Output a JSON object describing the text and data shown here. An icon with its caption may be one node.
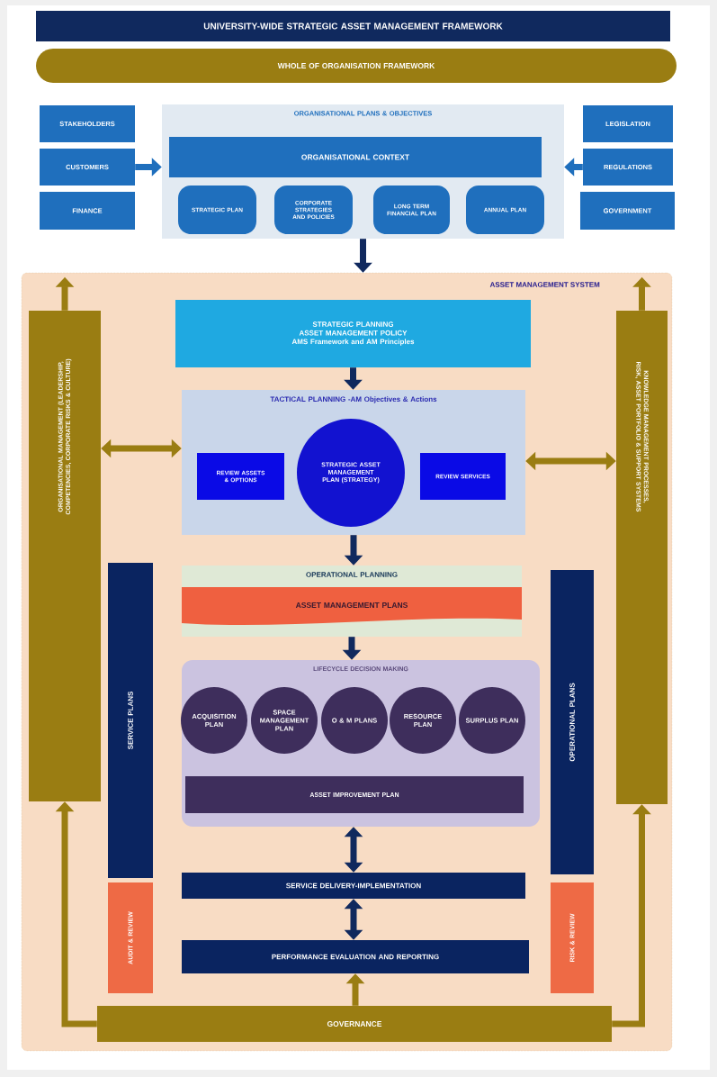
{
  "diagram": {
    "nodes": [
      {
        "text": [
          "UNIVERSITY-WIDE STRATEGIC ASSET MANAGEMENT FRAMEWORK"
        ]
      },
      {
        "text": [
          "WHOLE OF ORGANISATION FRAMEWORK"
        ]
      },
      {
        "text": [
          "STAKEHOLDERS"
        ]
      },
      {
        "text": [
          "CUSTOMERS"
        ]
      },
      {
        "text": [
          "FINANCE"
        ]
      },
      {
        "text": [
          "ORGANISATIONAL PLANS & OBJECTIVES"
        ]
      },
      {
        "text": [
          "ORGANISATIONAL CONTEXT"
        ],
        "in": 5
      },
      {
        "text": [
          "STRATEGIC PLAN"
        ],
        "in": 5
      },
      {
        "text": [
          "CORPORATE STRATEGIES AND POLICIES"
        ],
        "in": 5
      },
      {
        "text": [
          "LONG TERM FINANCIAL PLAN"
        ],
        "in": 5
      },
      {
        "text": [
          "ANNUAL PLAN"
        ],
        "in": 5
      },
      {
        "text": [
          "LEGISLATION"
        ]
      },
      {
        "text": [
          "REGULATIONS"
        ]
      },
      {
        "text": [
          "GOVERNMENT"
        ]
      },
      {
        "text": [
          "ASSET MANAGEMENT SYSTEM"
        ]
      },
      {
        "text": [
          "ORGANISATIONAL MANAGEMENT (LEADERSHIP, COMPETENCIES, CORPORATE RISKS & CULTURE)"
        ],
        "in": 14
      },
      {
        "text": [
          "KNOWLEDGE MANAGEMENT PROCESSES, RISK, ASSET PORTFOLIO & SUPPORT SYSTEMS"
        ],
        "in": 14
      },
      {
        "text": [
          "STRATEGIC PLANNING",
          "ASSET MANAGEMENT POLICY",
          "AMS Framework and AM Principles"
        ],
        "in": 14
      },
      {
        "text": [
          "TACTICAL PLANNING -AM Objectives & Actions"
        ],
        "in": 14
      },
      {
        "text": [
          "REVIEW ASSETS & OPTIONS"
        ],
        "in": 18
      },
      {
        "text": [
          "STRATEGIC ASSET MANAGEMENT PLAN (STRATEGY)"
        ],
        "in": 18
      },
      {
        "text": [
          "REVIEW SERVICES"
        ],
        "in": 18
      },
      {
        "text": [
          "OPERATIONAL PLANNING"
        ],
        "in": 14
      },
      {
        "text": [
          "ASSET MANAGEMENT PLANS"
        ],
        "in": 22
      },
      {
        "text": [
          "LIFECYCLE DECISION MAKING"
        ],
        "in": 14
      },
      {
        "text": [
          "ACQUISITION PLAN"
        ],
        "in": 24
      },
      {
        "text": [
          "SPACE MANAGEMENT PLAN"
        ],
        "in": 24
      },
      {
        "text": [
          "O & M PLANS"
        ],
        "in": 24
      },
      {
        "text": [
          "RESOURCE PLAN"
        ],
        "in": 24
      },
      {
        "text": [
          "SURPLUS PLAN"
        ],
        "in": 24
      },
      {
        "text": [
          "ASSET IMPROVEMENT PLAN"
        ],
        "in": 24
      },
      {
        "text": [
          "SERVICE PLANS"
        ],
        "in": 14
      },
      {
        "text": [
          "AUDIT & REVIEW"
        ],
        "in": 14
      },
      {
        "text": [
          "OPERATIONAL PLANS"
        ],
        "in": 14
      },
      {
        "text": [
          "RISK & REVIEW"
        ],
        "in": 14
      },
      {
        "text": [
          "SERVICE DELIVERY-IMPLEMENTATION"
        ],
        "in": 14
      },
      {
        "text": [
          "PERFORMANCE EVALUATION AND REPORTING"
        ],
        "in": 14
      },
      {
        "text": [
          "GOVERNANCE"
        ],
        "in": 14
      }
    ],
    "edges": [
      {
        "from": 3,
        "to": 5,
        "arrow": "to",
        "color": "#1f6fbd"
      },
      {
        "from": 12,
        "to": 5,
        "arrow": "to",
        "color": "#1f6fbd"
      },
      {
        "from": 5,
        "to": 14,
        "arrow": "to",
        "color": "#10295e"
      },
      {
        "from": 17,
        "to": 18,
        "arrow": "to",
        "color": "#10295e"
      },
      {
        "from": 18,
        "to": 22,
        "arrow": "to",
        "color": "#10295e"
      },
      {
        "from": 22,
        "to": 24,
        "arrow": "to",
        "color": "#10295e"
      },
      {
        "from": 24,
        "to": 35,
        "arrow": "both",
        "color": "#10295e"
      },
      {
        "from": 35,
        "to": 36,
        "arrow": "both",
        "color": "#10295e"
      },
      {
        "from": 37,
        "to": 36,
        "arrow": "to",
        "color": "#9a7d12"
      },
      {
        "from": 15,
        "to": 18,
        "arrow": "both",
        "color": "#9a7d12"
      },
      {
        "from": 16,
        "to": 18,
        "arrow": "both",
        "color": "#9a7d12"
      },
      {
        "from": 37,
        "to": 15,
        "arrow": "to",
        "color": "#9a7d12"
      },
      {
        "from": 37,
        "to": 16,
        "arrow": "to",
        "color": "#9a7d12"
      },
      {
        "from": 15,
        "to": null,
        "arrow": "to",
        "color": "#9a7d12"
      },
      {
        "from": 16,
        "to": null,
        "arrow": "to",
        "color": "#9a7d12"
      }
    ]
  }
}
